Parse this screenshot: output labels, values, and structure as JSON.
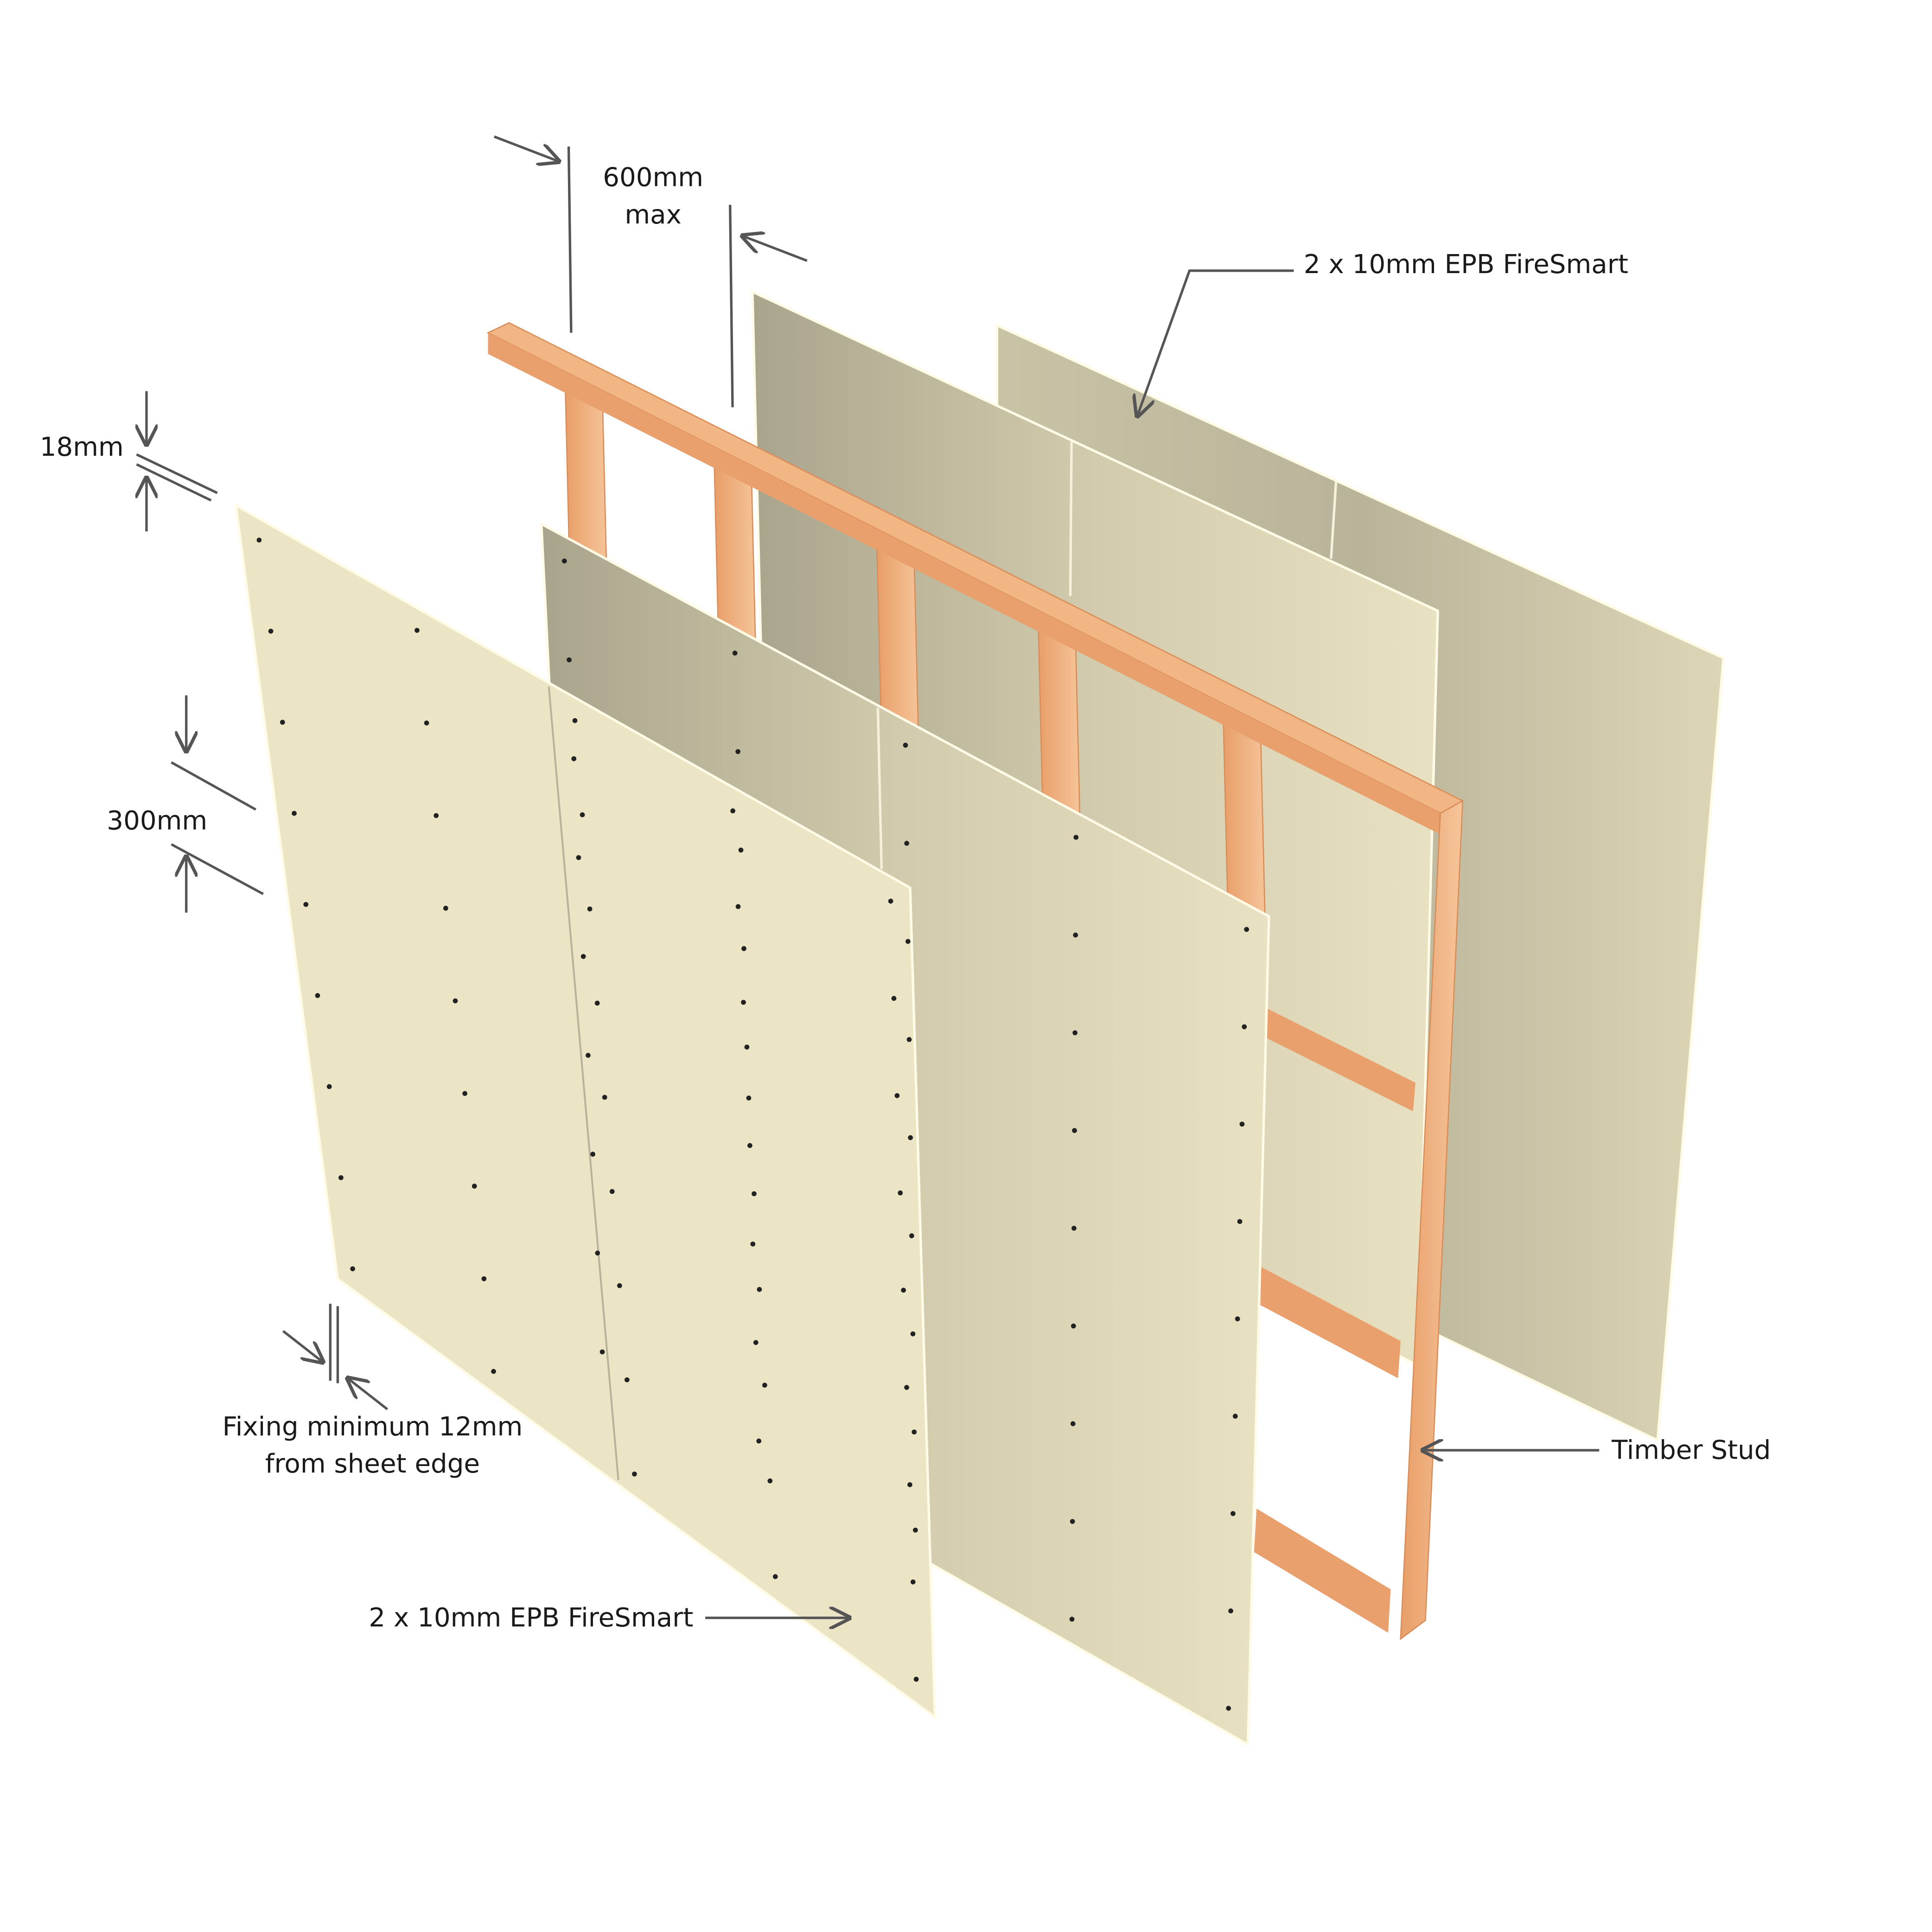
{
  "labels": {
    "spacing_value": "600mm",
    "spacing_qualifier": "max",
    "rear_lining": "2 x 10mm EPB FireSmart",
    "gap_thickness": "18mm",
    "fixing_spacing": "300mm",
    "edge_distance_line1": "Fixing minimum 12mm",
    "edge_distance_line2": "from sheet edge",
    "front_lining": "2 x 10mm EPB FireSmart",
    "frame": "Timber Stud"
  },
  "colors": {
    "board_light": "#ece5c5",
    "board_shade": "#b3ad93",
    "timber": "#f0b07e",
    "timber_dark": "#d98e5a",
    "annotation": "#555555"
  }
}
